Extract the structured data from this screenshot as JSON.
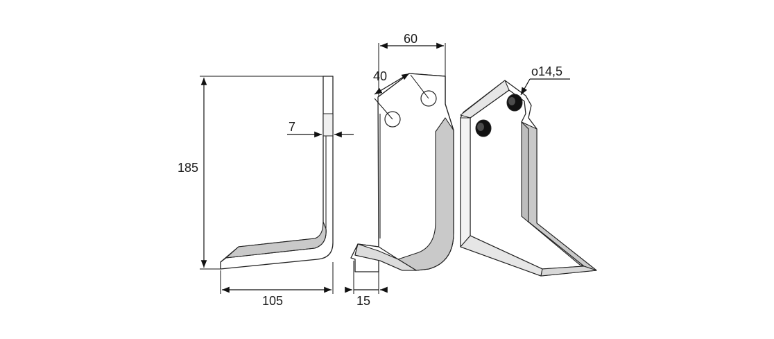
{
  "dimensions": {
    "height": "185",
    "width": "105",
    "thickness": "7",
    "bolt_spacing_diagonal": "40",
    "head_width": "60",
    "tip_offset": "15",
    "hole_diameter": "ο14,5"
  }
}
